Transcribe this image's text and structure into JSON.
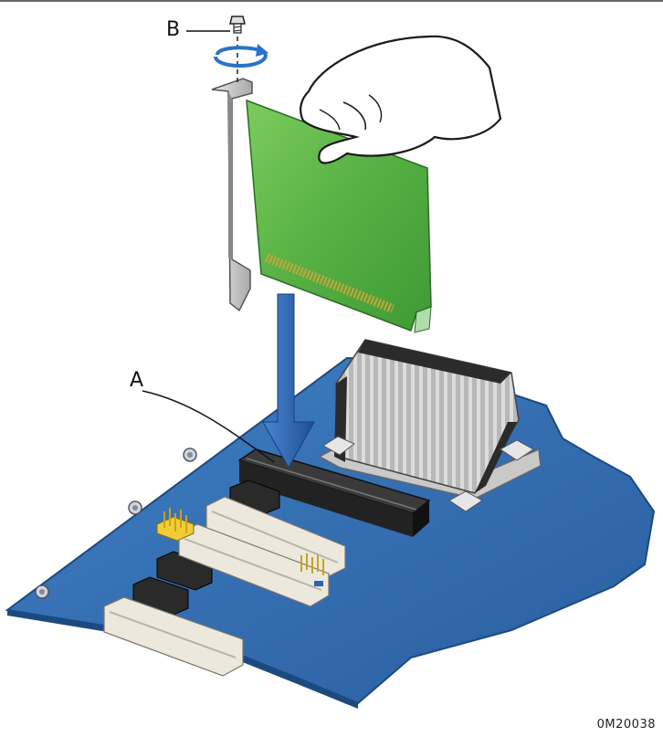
{
  "callouts": {
    "a": "A",
    "b": "B"
  },
  "figure_id": "0M20038",
  "colors": {
    "board": "#2f6bb0",
    "board_edge": "#1c4a80",
    "card": "#5fb64f",
    "bracket": "#c8c8c8",
    "arrow": "#2a62b5",
    "slot_white": "#e8e4d8",
    "slot_black": "#2a2a2a",
    "heatsink": "#bdbdbd"
  },
  "icons": [
    "screw-icon",
    "rotation-arrow-icon",
    "insert-arrow-icon",
    "hand-icon"
  ]
}
